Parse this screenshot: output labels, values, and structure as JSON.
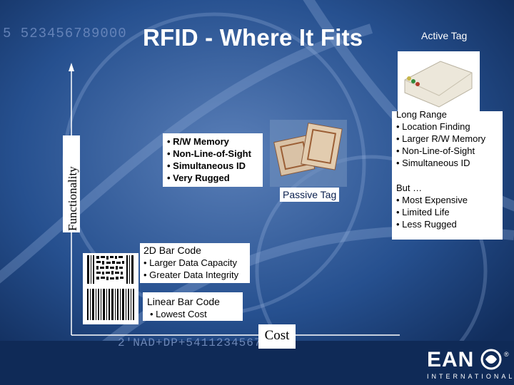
{
  "slide": {
    "title": "RFID - Where It Fits",
    "background_numbers": "5 523456789000",
    "bottom_numbers": "2'NAD+DP+5411234567"
  },
  "axes": {
    "y_label": "Functionality",
    "x_label": "Cost"
  },
  "active_tag": {
    "label": "Active Tag",
    "features": [
      "Long Range",
      "• Location Finding",
      "• Larger R/W Memory",
      "• Non-Line-of-Sight",
      "• Simultaneous ID"
    ],
    "but_label": "But …",
    "drawbacks": [
      "• Most Expensive",
      "• Limited Life",
      "• Less Rugged"
    ]
  },
  "passive_tag": {
    "label": "Passive Tag",
    "features": [
      "• R/W Memory",
      "• Non-Line-of-Sight",
      "• Simultaneous ID",
      "• Very Rugged"
    ]
  },
  "barcode_2d": {
    "title": "2D Bar Code",
    "features": [
      "• Larger Data Capacity",
      "• Greater Data Integrity"
    ]
  },
  "linear_barcode": {
    "title": "Linear Bar Code",
    "features": [
      "• Lowest Cost"
    ]
  },
  "logo": {
    "text": "EAN",
    "sub": "INTERNATIONAL",
    "mark": "®"
  },
  "colors": {
    "background": "#1b3f78",
    "text_on_dark": "#ffffff",
    "box": "#ffffff"
  }
}
